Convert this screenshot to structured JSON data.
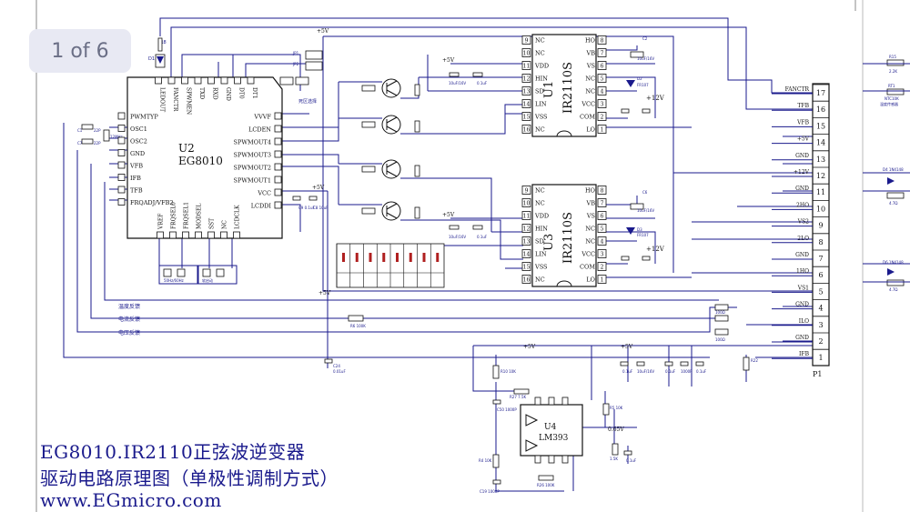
{
  "pager": {
    "label": "1 of 6"
  },
  "caption": {
    "title": "EG8010.IR2110正弦波逆变器",
    "subtitle": "驱动电路原理图（单极性调制方式）",
    "url": "www.EGmicro.com"
  },
  "u2": {
    "designator": "U2",
    "part": "EG8010",
    "left_pins": [
      "PWMTYP",
      "OSC1",
      "OSC2",
      "GND",
      "VFB",
      "IFB",
      "TFB",
      "FRQADJ/VFB2"
    ],
    "top_pins": [
      "LEDOUT",
      "FANCTR",
      "SPWMEN",
      "TXD",
      "RXD",
      "GND",
      "DT0",
      "DT1"
    ],
    "right_pins": [
      "VVVF",
      "LCDEN",
      "SPWMOUT4",
      "SPWMOUT3",
      "SPWMOUT2",
      "SPWMOUT1",
      "VCC",
      "LCDDI"
    ],
    "bottom_pins": [
      "VREF",
      "FRQSEL0",
      "FRQSEL1",
      "MODSEL",
      "SST",
      "NC",
      "LCDCLK"
    ]
  },
  "u1": {
    "designator": "U1",
    "part": "IR2110S",
    "left_pins": [
      "NC",
      "NC",
      "VDD",
      "HIN",
      "SD",
      "LIN",
      "VSS",
      "NC"
    ],
    "left_nums": [
      "9",
      "10",
      "11",
      "12",
      "13",
      "14",
      "15",
      "16"
    ],
    "right_pins": [
      "HO",
      "VB",
      "VS",
      "NC",
      "NC",
      "VCC",
      "COM",
      "LO"
    ],
    "right_nums": [
      "8",
      "7",
      "6",
      "5",
      "4",
      "3",
      "2",
      "1"
    ]
  },
  "u3": {
    "designator": "U3",
    "part": "IR2110S",
    "left_pins": [
      "NC",
      "NC",
      "VDD",
      "HIN",
      "SD",
      "LIN",
      "VSS",
      "NC"
    ],
    "left_nums": [
      "9",
      "10",
      "11",
      "12",
      "13",
      "14",
      "15",
      "16"
    ],
    "right_pins": [
      "HO",
      "VB",
      "VS",
      "NC",
      "NC",
      "VCC",
      "COM",
      "LO"
    ],
    "right_nums": [
      "8",
      "7",
      "6",
      "5",
      "4",
      "3",
      "2",
      "1"
    ]
  },
  "u4": {
    "designator": "U4",
    "part": "LM393"
  },
  "p1": {
    "designator": "P1",
    "labels": [
      "FANCTR",
      "TFB",
      "VFB",
      "+5V",
      "GND",
      "+12V",
      "GND",
      "2HO",
      "VS2",
      "2LO",
      "GND",
      "1HO",
      "VS1",
      "GND",
      "ILO",
      "GND",
      "IFB"
    ],
    "pins": [
      "17",
      "16",
      "15",
      "14",
      "13",
      "12",
      "11",
      "10",
      "9",
      "8",
      "7",
      "6",
      "5",
      "4",
      "3",
      "2",
      "1"
    ]
  },
  "nets": {
    "v5": "+5V",
    "v12": "+12V",
    "v065": "0.65V",
    "temp_fb": "温度反馈",
    "cur_fb": "电流反馈",
    "volt_fb": "电压反馈"
  },
  "colors": {
    "wire": "#1a1a8c",
    "ink": "#111111",
    "part_red": "#b02020",
    "caption": "#1a1a8c"
  }
}
